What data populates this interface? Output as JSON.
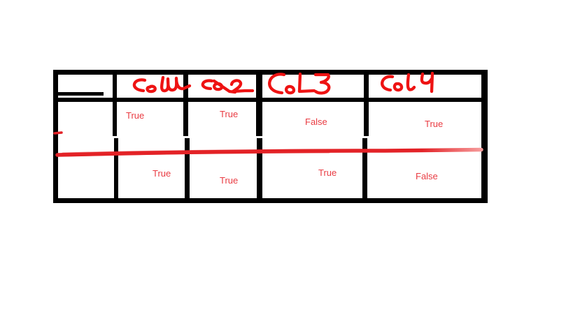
{
  "canvas": {
    "background": "#ffffff"
  },
  "table": {
    "corner_cell": "",
    "columns": [
      "Col1",
      "Col2",
      "Col3",
      "Col4"
    ],
    "rows": [
      [
        "True",
        "True",
        "False",
        "True"
      ],
      [
        "True",
        "True",
        "True",
        "False"
      ]
    ]
  },
  "annotations": {
    "strike_line_label": "red marker strike-through line",
    "left_tick_label": "small red dash on left border"
  },
  "colors": {
    "canvas_bg": "#ffffff",
    "table_border": "#000000",
    "header_ink": "#ee1313",
    "cell_text": "#e93b42",
    "strike_line": "#e32227"
  }
}
